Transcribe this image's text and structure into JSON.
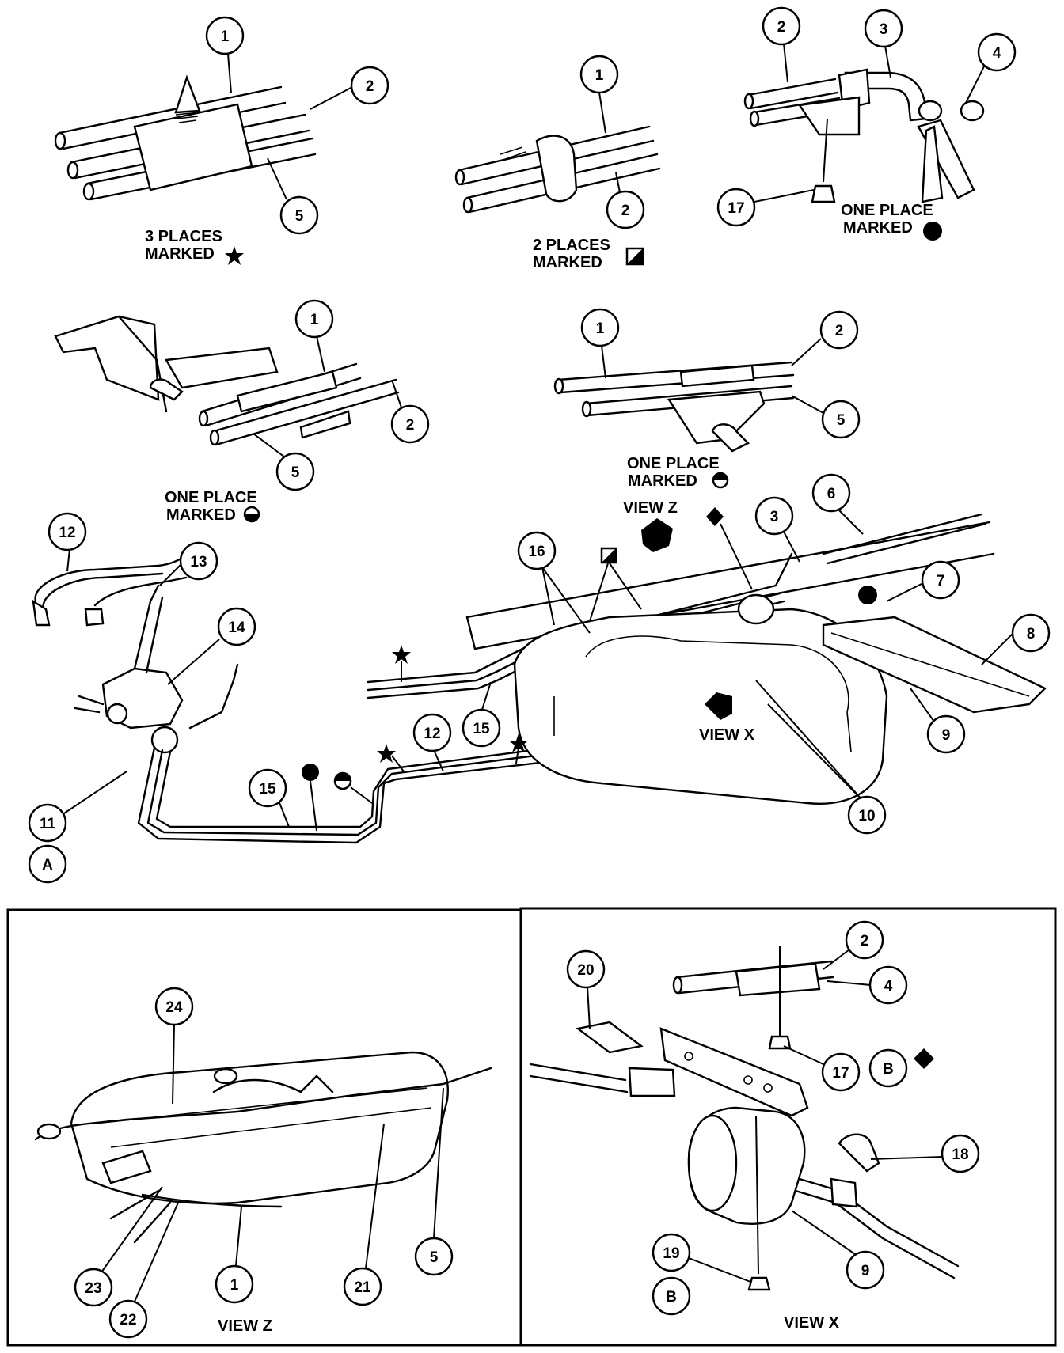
{
  "callouts": {
    "c1": "1",
    "c2": "2",
    "c3": "3",
    "c4": "4",
    "c5": "5",
    "c6": "6",
    "c7": "7",
    "c8": "8",
    "c9": "9",
    "c10": "10",
    "c11": "11",
    "c12": "12",
    "c13": "13",
    "c14": "14",
    "c15": "15",
    "c16": "16",
    "c17": "17",
    "c18": "18",
    "c19": "19",
    "c20": "20",
    "c21": "21",
    "c22": "22",
    "c23": "23",
    "c24": "24",
    "cA": "A",
    "cB": "B"
  },
  "captions": {
    "three_places_l1": "3 PLACES",
    "three_places_l2": "MARKED",
    "two_places_l1": "2 PLACES",
    "two_places_l2": "MARKED",
    "one_place": "ONE PLACE",
    "marked": "MARKED",
    "view_z": "VIEW Z",
    "view_x": "VIEW X"
  },
  "symbols": {
    "star": "star-symbol",
    "half_square": "half-filled-square-symbol",
    "filled_circle": "filled-circle-symbol",
    "half_circle": "half-filled-circle-symbol",
    "diamond": "filled-diamond-symbol"
  }
}
